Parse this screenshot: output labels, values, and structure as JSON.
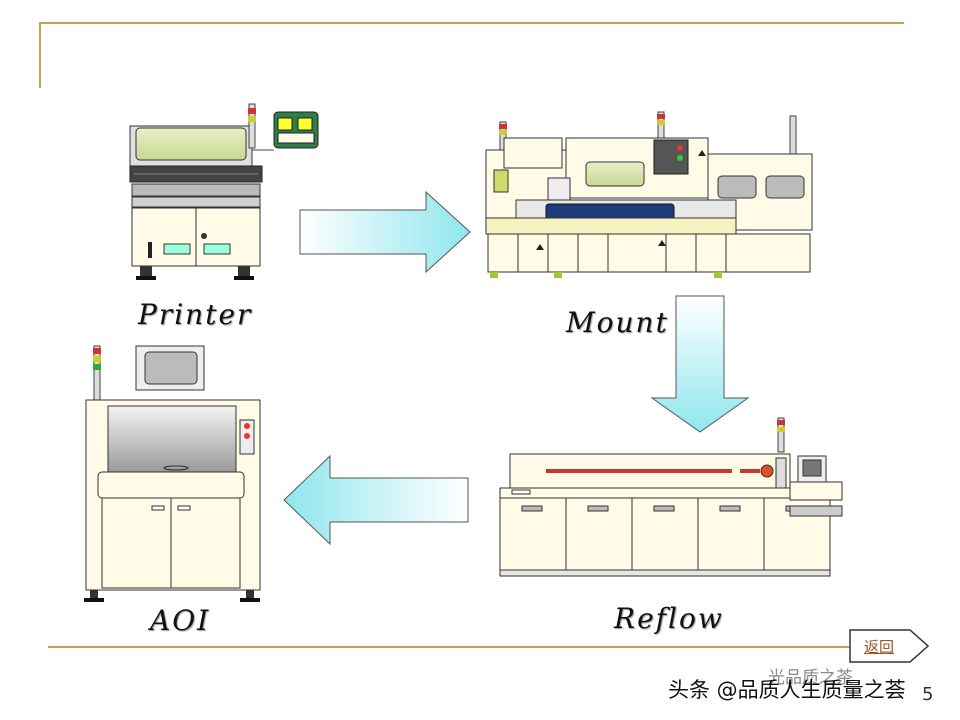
{
  "steps": {
    "printer": "Printer",
    "mount": "Mount",
    "reflow": "Reflow",
    "aoi": "AOI"
  },
  "nav": {
    "return_label": "返回"
  },
  "watermark": {
    "small": "光品质之茶",
    "main": "头条 @品质人生质量之荟"
  },
  "page_number": "5",
  "colors": {
    "rule": "#c8a24a",
    "arrow_fill": "#aff0f5",
    "machine_body": "#fffbe6",
    "carriage": "#1f3b7a"
  }
}
